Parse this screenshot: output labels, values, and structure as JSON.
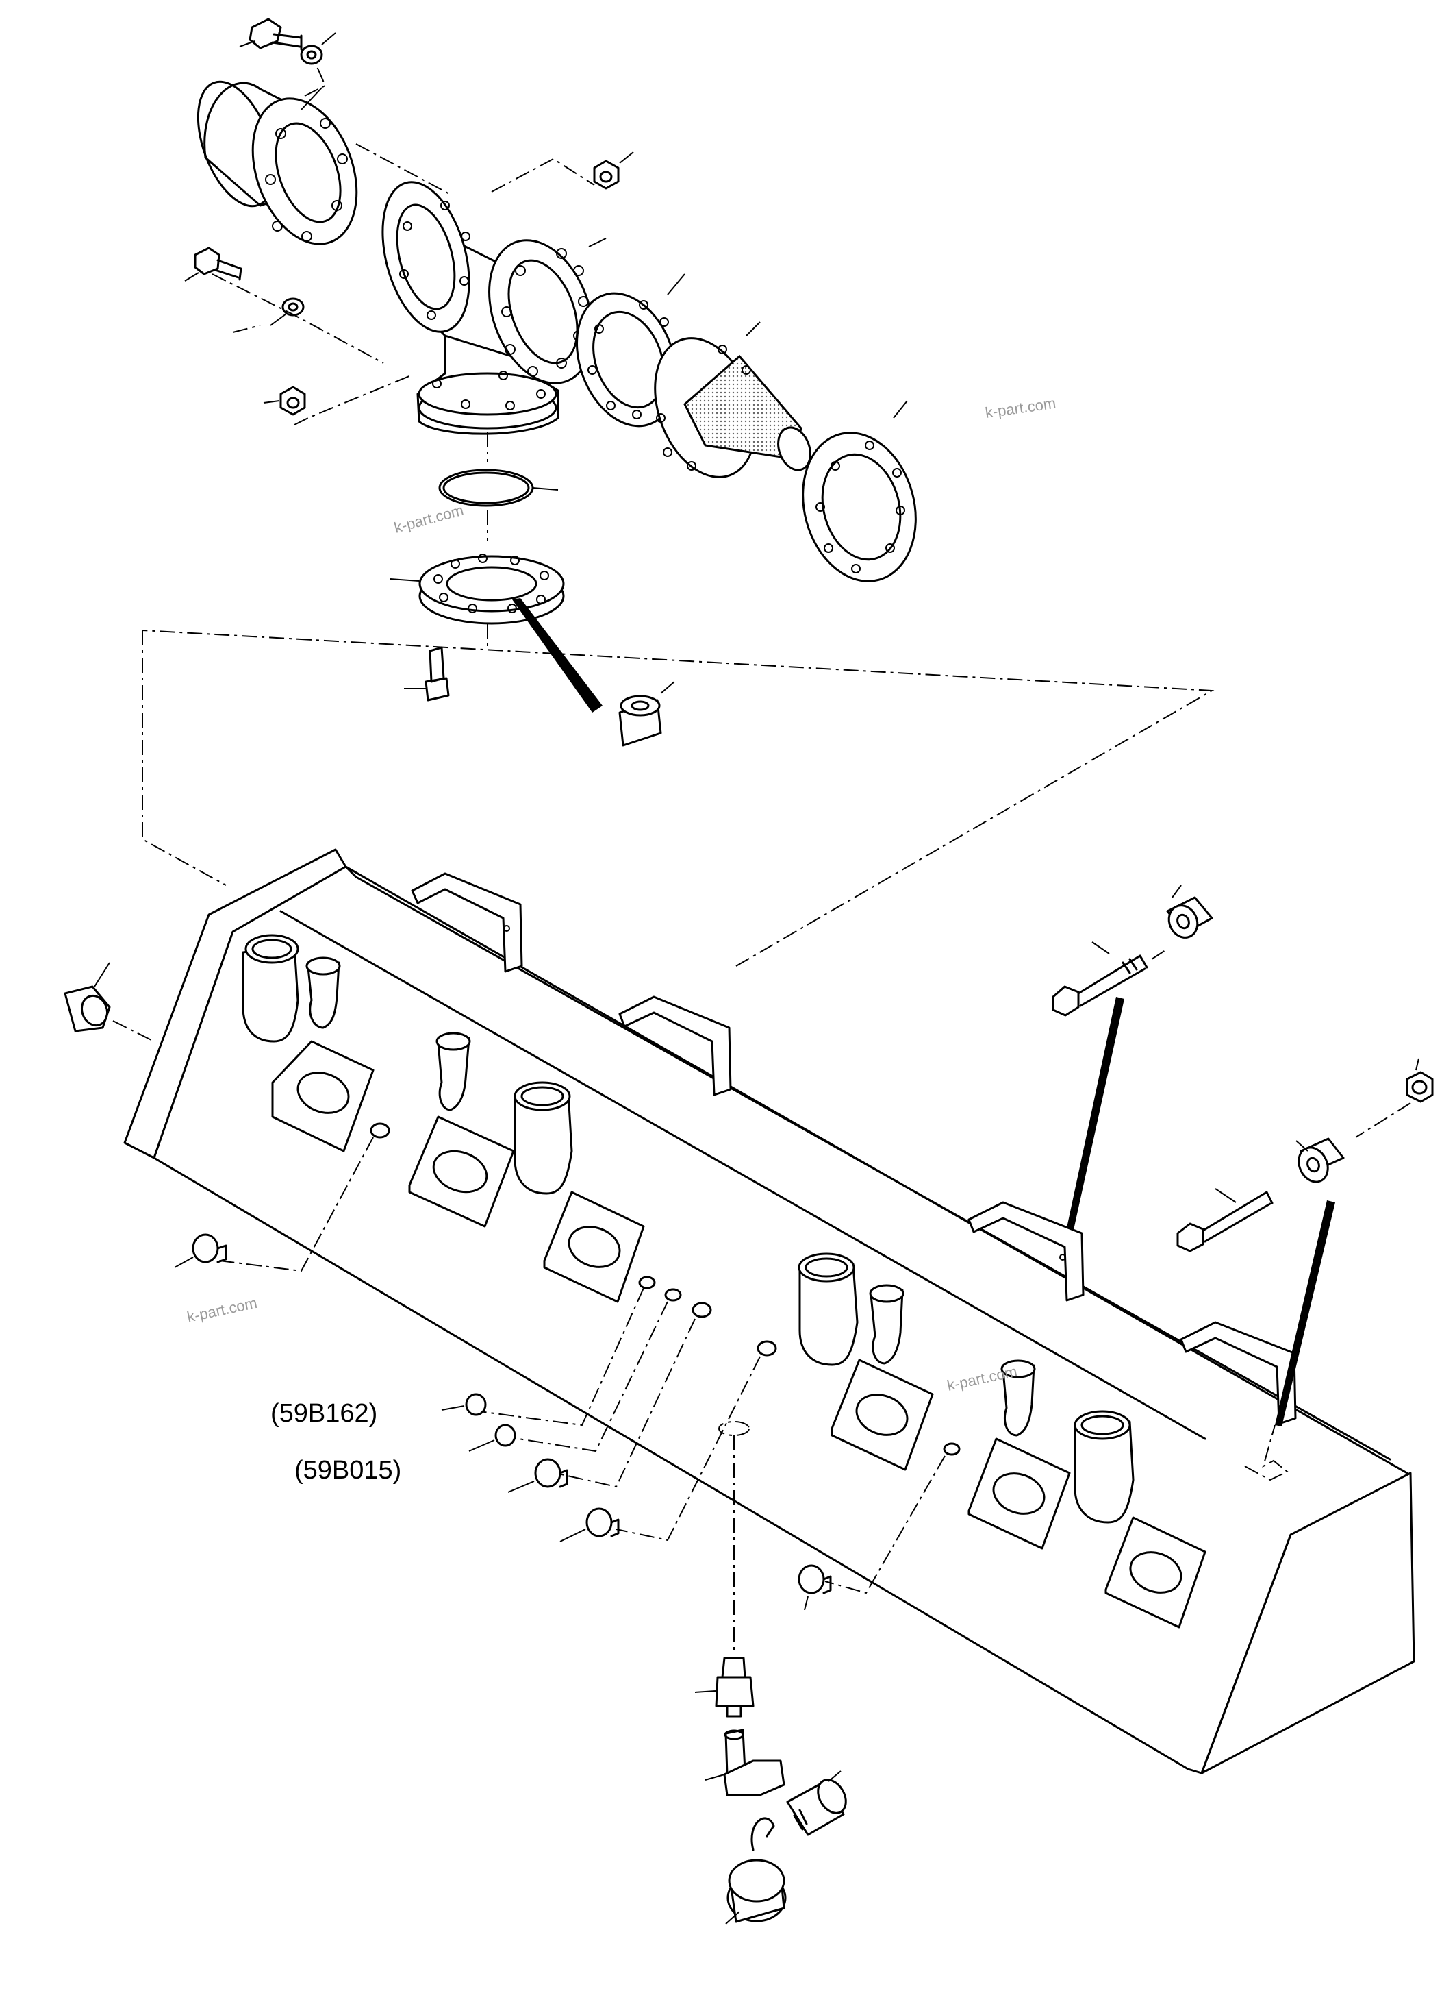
{
  "references": [
    "(59B162)",
    "(59B015)"
  ],
  "watermark": "k-part.com"
}
